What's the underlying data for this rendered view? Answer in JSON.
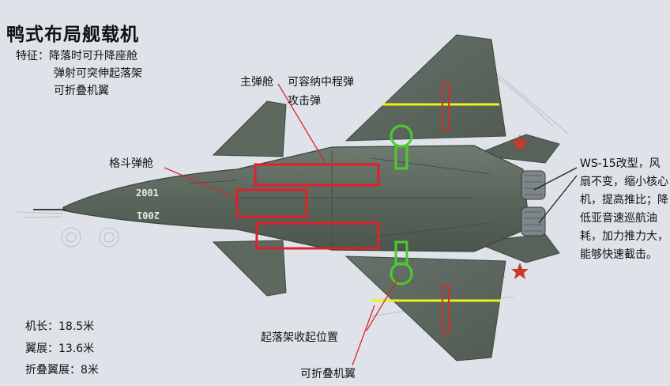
{
  "title": "鸭式布局舰载机",
  "features": {
    "line1": "特征：降落时可升降座舱",
    "line2": "弹射可突伸起落架",
    "line3": "可折叠机翼"
  },
  "annotations": {
    "main_bay_a": "主弹舱",
    "main_bay_b": "可容纳中程弹",
    "main_bay_c": "攻击弹",
    "dogfight_bay": "格斗弹舱",
    "engine": "WS-15改型，风扇不变，缩小核心机，提高推比；降低亚音速巡航油耗，加力推力大，能够快速截击。",
    "landing_gear": "起落架收起位置",
    "folding_wing": "可折叠机翼"
  },
  "nose_numbers": {
    "top": "2001",
    "bottom": "2001"
  },
  "specs": {
    "length": "机长：18.5米",
    "span": "翼展：13.6米",
    "folded_span": "折叠翼展：8米"
  },
  "colors": {
    "highlight_red": "#e0202a",
    "highlight_yellow": "#f2ef1a",
    "highlight_green": "#4ccc2a",
    "airframe": "#5b665c",
    "background": "#dfe3e9"
  }
}
